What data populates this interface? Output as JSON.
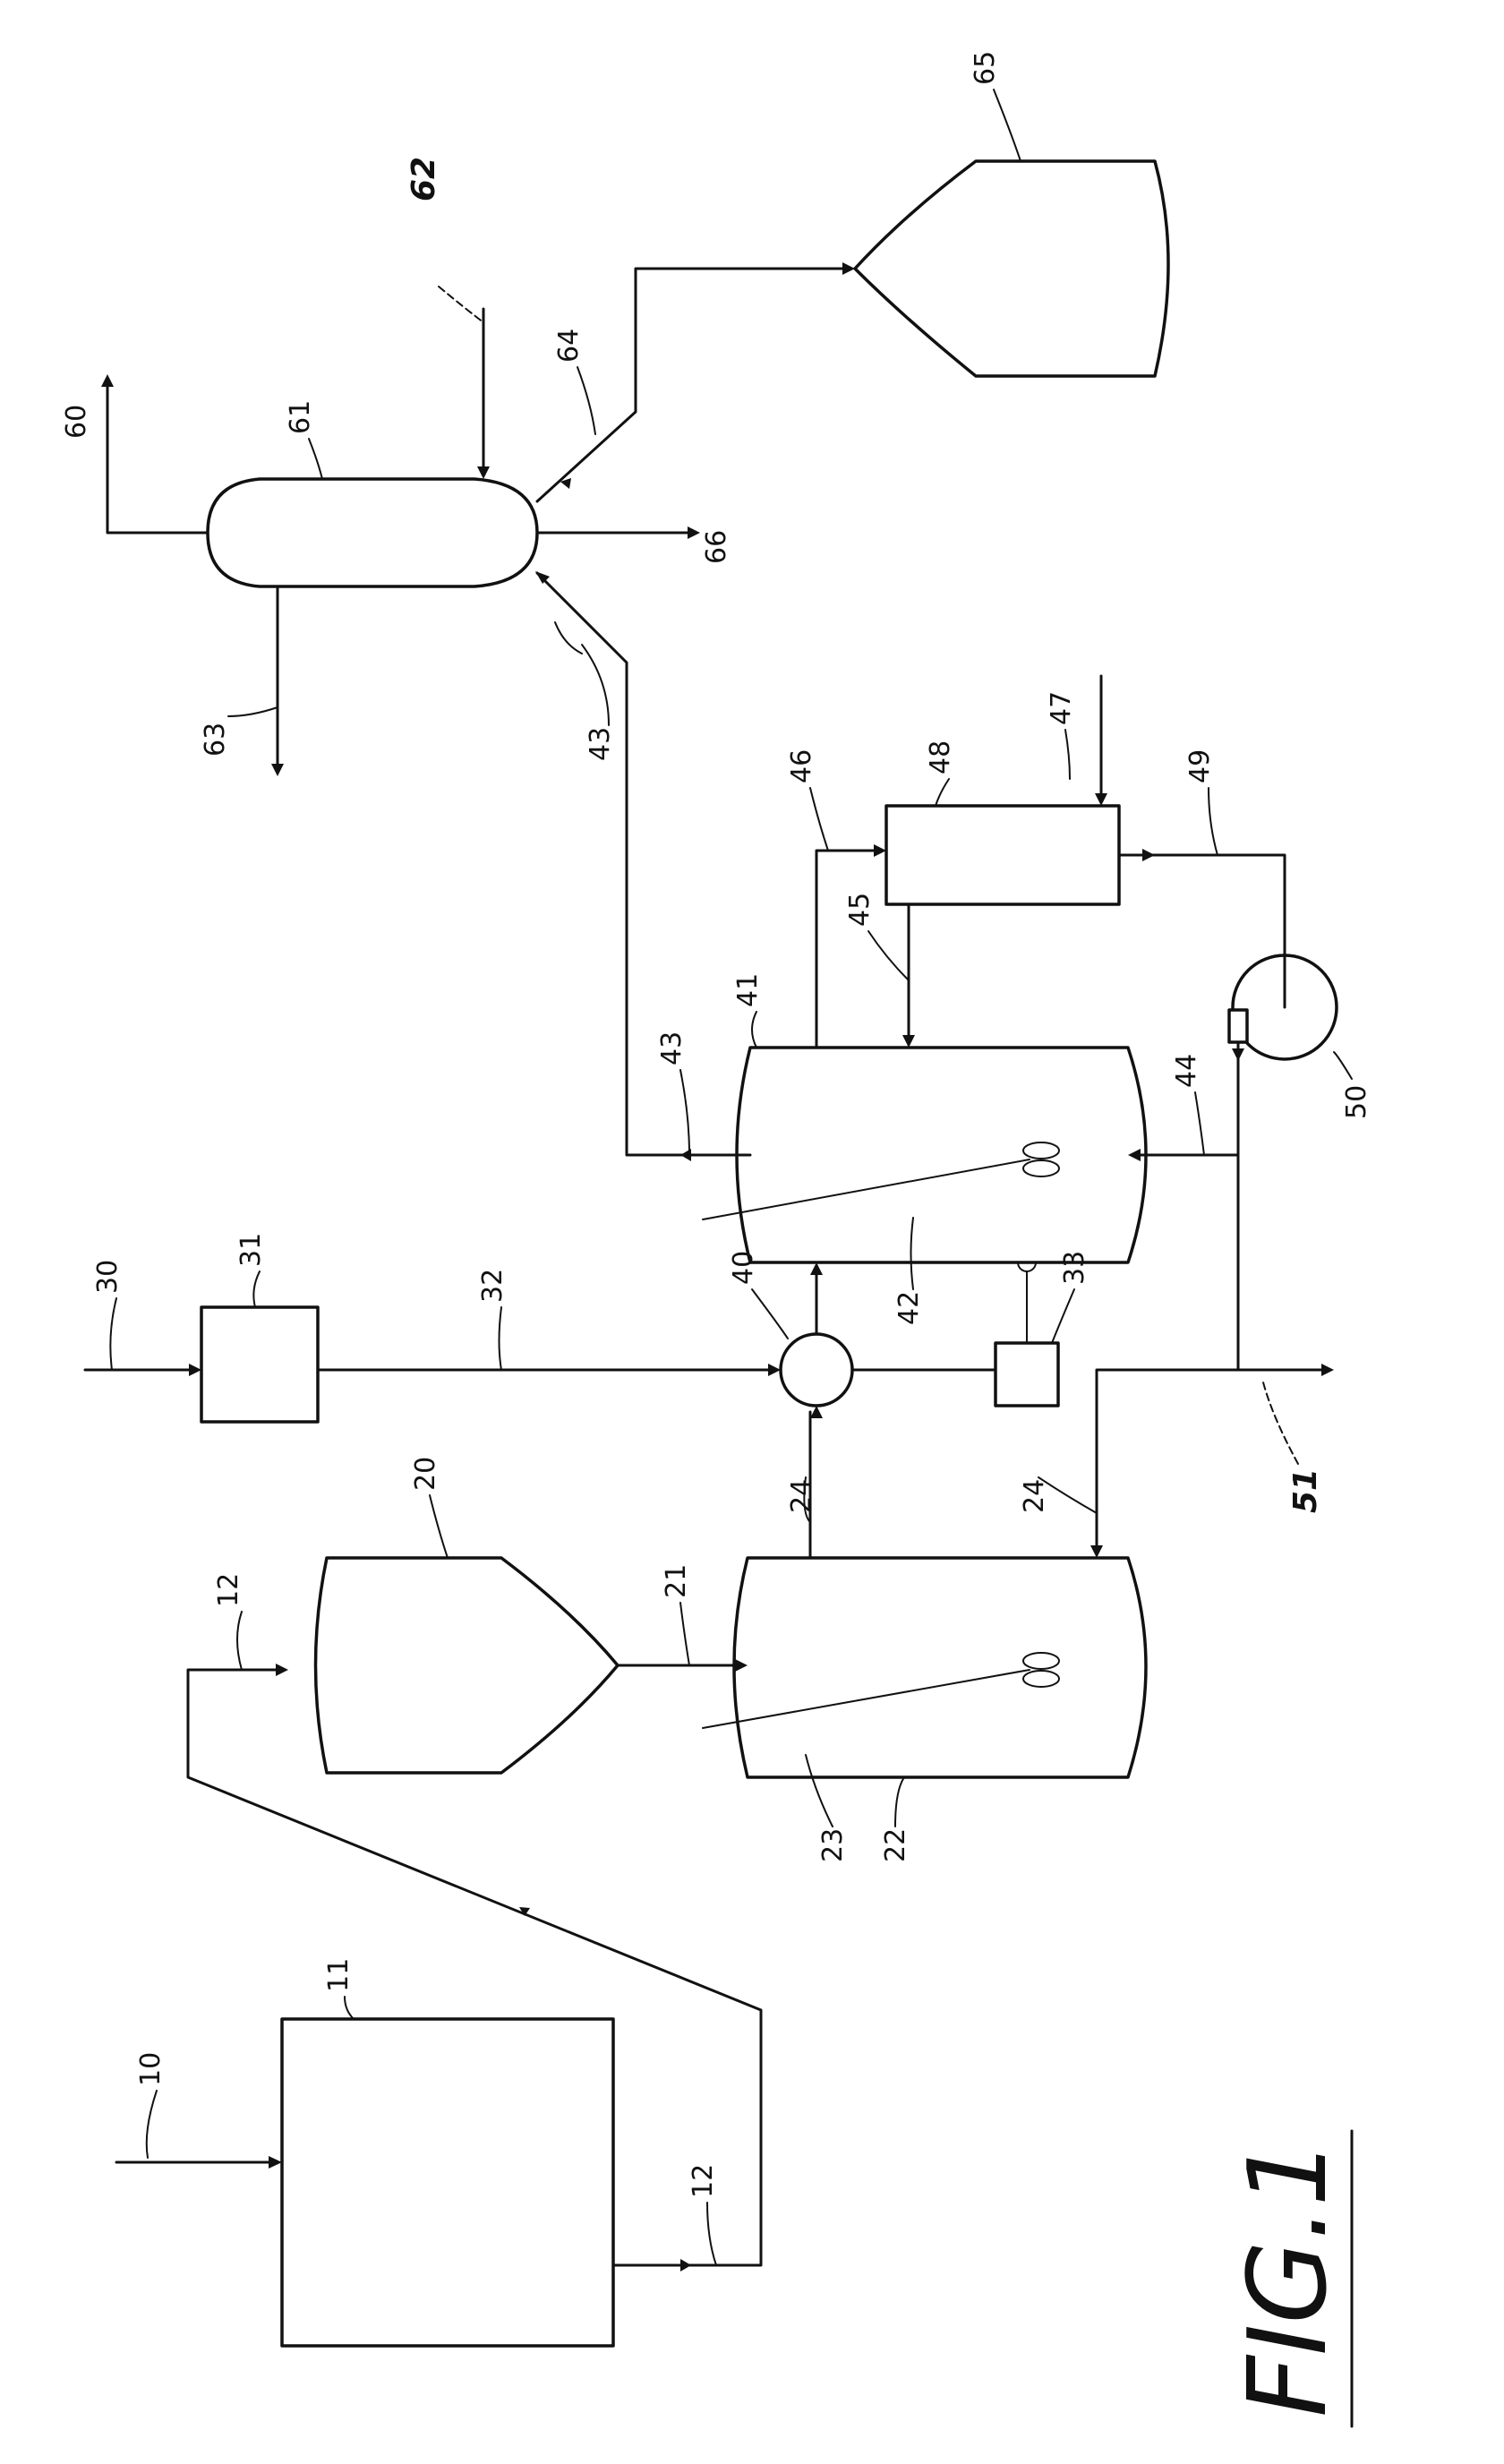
{
  "figure": {
    "caption": "FIG.1"
  },
  "labels": {
    "l10": "10",
    "l11": "11",
    "l12a": "12",
    "l12b": "12",
    "l20": "20",
    "l21": "21",
    "l22": "22",
    "l23": "23",
    "l24a": "24",
    "l24b": "24",
    "l30": "30",
    "l31": "31",
    "l32": "32",
    "l33": "33",
    "l40": "40",
    "l41": "41",
    "l42": "42",
    "l43a": "43",
    "l43b": "43",
    "l44": "44",
    "l45": "45",
    "l46": "46",
    "l47": "47",
    "l48": "48",
    "l49": "49",
    "l50": "50",
    "l51": "51",
    "l60": "60",
    "l61": "61",
    "l62": "62",
    "l63": "63",
    "l64": "64",
    "l65": "65",
    "l66": "66"
  }
}
